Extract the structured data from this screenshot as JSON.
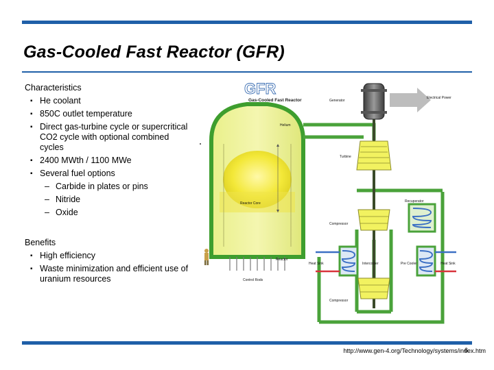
{
  "slide": {
    "title": "Gas-Cooled Fast Reactor  (GFR)",
    "characteristics_header": "Characteristics",
    "characteristics": [
      "He coolant",
      "850C outlet temperature",
      "Direct gas-turbine cycle or supercritical CO2 cycle with optional combined cycles",
      "2400 MWth / 1100 MWe",
      "Several fuel options"
    ],
    "fuel_options": [
      "Carbide in plates or pins",
      "Nitride",
      "Oxide"
    ],
    "benefits_header": "Benefits",
    "benefits": [
      "High efficiency",
      "Waste minimization and efficient use of uranium resources"
    ],
    "bullet_glyph": "▪",
    "dash_glyph": "–",
    "url": "http://www.gen-4.org/Technology/systems/index.htm",
    "page_number": "6"
  },
  "diagram": {
    "logo": "GFR",
    "subtitle": "Gas-Cooled Fast Reactor",
    "labels": {
      "generator": "Generator",
      "electrical_power": "Electrical Power",
      "helium": "Helium",
      "turbine": "Turbine",
      "recuperator": "Recuperator",
      "reactor_core": "Reactor Core",
      "compressor_top": "Compressor",
      "heat_sink_left": "Heat Sink",
      "intercooler": "Intercooler",
      "pre_cooler": "Pre Cooler",
      "heat_sink_right": "Heat Sink",
      "reactor": "Reactor",
      "control_rods": "Control Rods",
      "compressor_bottom": "Compressor"
    },
    "colors": {
      "vessel_green": "#3e9e2e",
      "core_yellow": "#f3e838",
      "pipe_green": "#4aa23a",
      "coil_blue": "#3b6fc4",
      "coil_red": "#d8323a",
      "arrow_gray": "#bdbdbd",
      "logo_blue": "#3a6db2",
      "rule_blue": "#1f5fa8"
    }
  }
}
